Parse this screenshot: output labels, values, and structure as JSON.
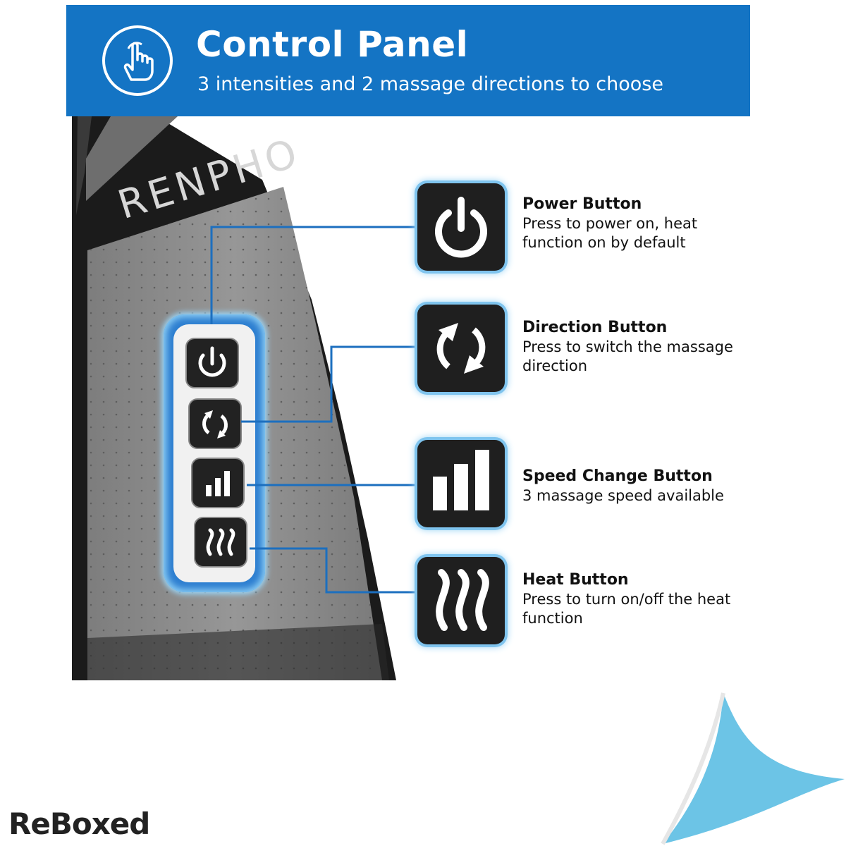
{
  "header": {
    "title": "Control Panel",
    "subtitle": "3 intensities and 2 massage directions to choose"
  },
  "product": {
    "brand": "RENPHO"
  },
  "features": [
    {
      "title": "Power Button",
      "description": "Press to power on, heat function on by default",
      "icon": "power-icon"
    },
    {
      "title": "Direction Button",
      "description": "Press to switch the massage direction",
      "icon": "rotate-arrows-icon"
    },
    {
      "title": "Speed Change Button",
      "description": "3 massage speed available",
      "icon": "signal-bars-icon"
    },
    {
      "title": "Heat Button",
      "description": "Press to turn on/off the heat function",
      "icon": "heat-waves-icon"
    }
  ],
  "footer": {
    "logo": "ReBoxed"
  },
  "colors": {
    "banner": "#1474c4",
    "glow": "#7fc4ee",
    "accent_corner": "#6cc4e6"
  }
}
